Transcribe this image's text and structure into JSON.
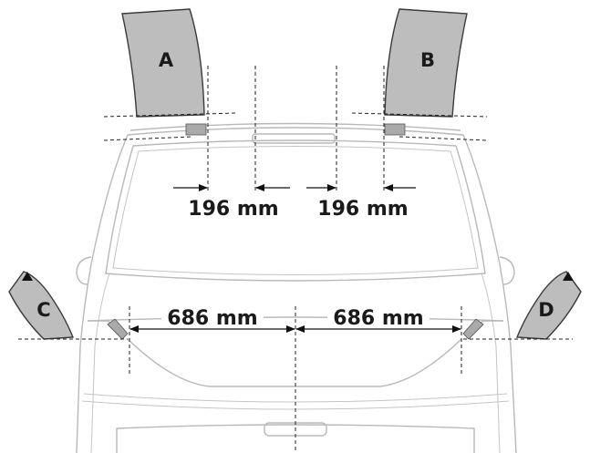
{
  "sensors": {
    "a": "A",
    "b": "B",
    "c": "C",
    "d": "D"
  },
  "measurements": {
    "top_left": "196 mm",
    "top_right": "196 mm",
    "bottom_left": "686 mm",
    "bottom_right": "686 mm"
  },
  "colors": {
    "panel_fill": "#bdbdbd",
    "van_outline": "#b9b9b9",
    "dimension_line": "#111111"
  }
}
